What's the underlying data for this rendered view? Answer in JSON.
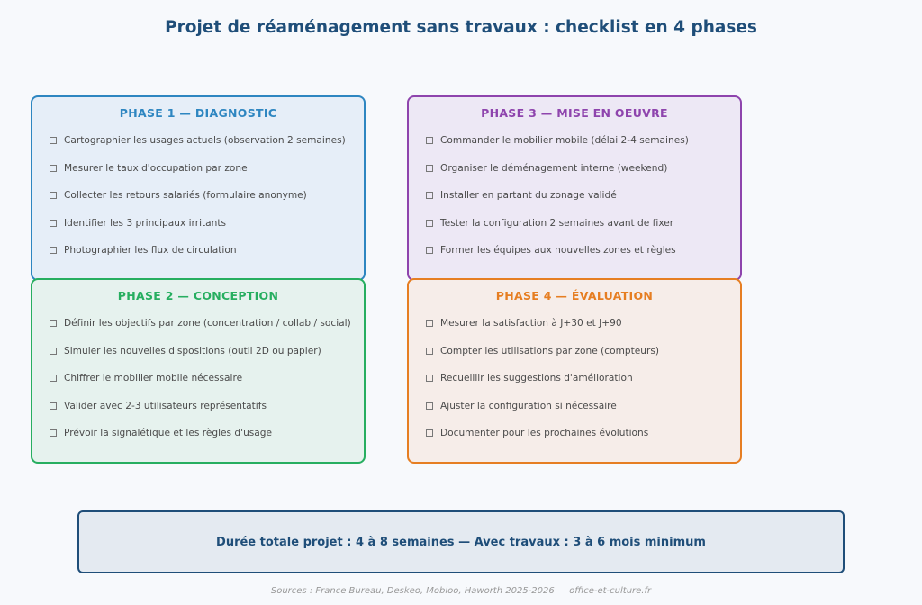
{
  "title": "Projet de réaménagement sans travaux : checklist en 4 phases",
  "phases": [
    {
      "heading": "PHASE 1 — DIAGNOSTIC",
      "color": "#2e86c1",
      "items": [
        "Cartographier les usages actuels (observation 2 semaines)",
        "Mesurer le taux d'occupation par zone",
        "Collecter les retours salariés (formulaire anonyme)",
        "Identifier les 3 principaux irritants",
        "Photographier les flux de circulation"
      ]
    },
    {
      "heading": "PHASE 2 — CONCEPTION",
      "color": "#27ae60",
      "items": [
        "Définir les objectifs par zone (concentration / collab / social)",
        "Simuler les nouvelles dispositions (outil 2D ou papier)",
        "Chiffrer le mobilier mobile nécessaire",
        "Valider avec 2-3 utilisateurs représentatifs",
        "Prévoir la signalétique et les règles d'usage"
      ]
    },
    {
      "heading": "PHASE 3 — MISE EN OEUVRE",
      "color": "#8e44ad",
      "items": [
        "Commander le mobilier mobile (délai 2-4 semaines)",
        "Organiser le déménagement interne (weekend)",
        "Installer en partant du zonage validé",
        "Tester la configuration 2 semaines avant de fixer",
        "Former les équipes aux nouvelles zones et règles"
      ]
    },
    {
      "heading": "PHASE 4 — ÉVALUATION",
      "color": "#e67e22",
      "items": [
        "Mesurer la satisfaction à J+30 et J+90",
        "Compter les utilisations par zone (compteurs)",
        "Recueillir les suggestions d'amélioration",
        "Ajuster la configuration si nécessaire",
        "Documenter pour les prochaines évolutions"
      ]
    }
  ],
  "summary": "Durée totale projet : 4 à 8 semaines — Avec travaux : 3 à 6 mois minimum",
  "sources": "Sources : France Bureau, Deskeo, Mobloo, Haworth 2025-2026 — office-et-culture.fr"
}
